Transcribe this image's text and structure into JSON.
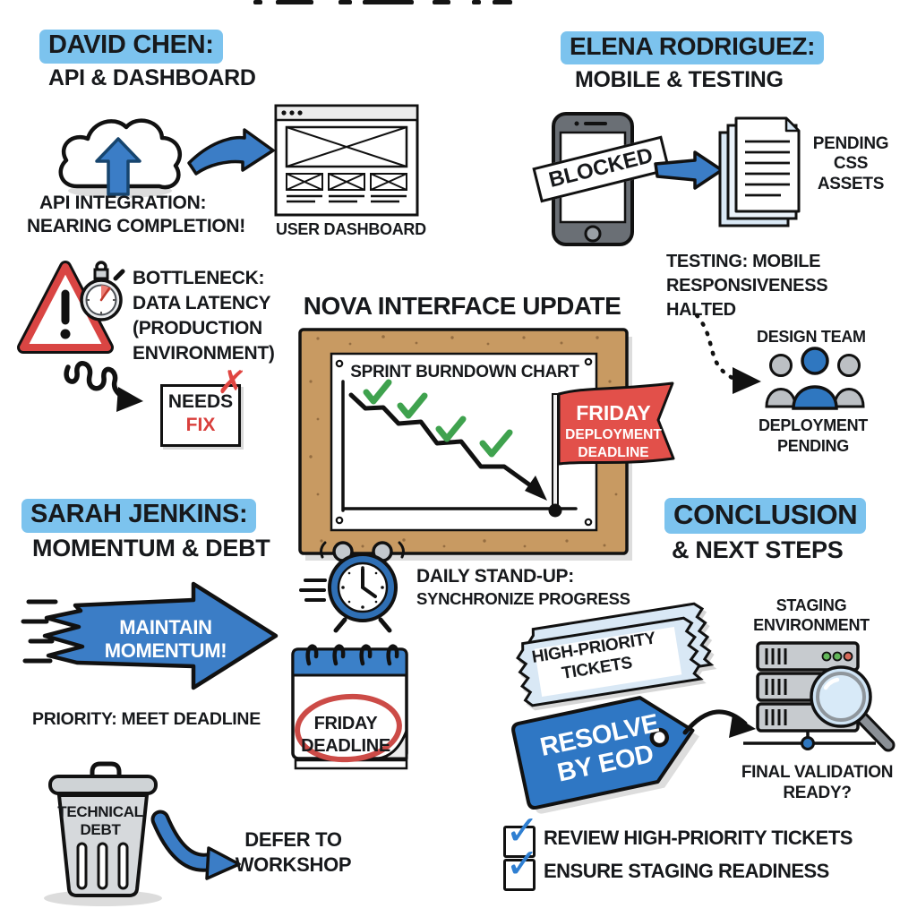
{
  "title": "NOVA INTERFACE UPDATE",
  "board": {
    "title": "SPRINT BURNDOWN CHART"
  },
  "flag": {
    "line1": "FRIDAY",
    "line2": "DEPLOYMENT",
    "line3": "DEADLINE"
  },
  "standup": {
    "line1": "DAILY STAND-UP:",
    "line2": "SYNCHRONIZE PROGRESS"
  },
  "calendar": {
    "line1": "FRIDAY",
    "line2": "DEADLINE"
  },
  "david": {
    "heading1": "DAVID CHEN:",
    "heading2": "API & DASHBOARD",
    "api1": "API INTEGRATION:",
    "api2": "NEARING COMPLETION!",
    "dashboard": "USER DASHBOARD",
    "bottleneck1": "BOTTLENECK:",
    "bottleneck2": "DATA LATENCY",
    "bottleneck3": "(PRODUCTION",
    "bottleneck4": "ENVIRONMENT)",
    "fix1": "NEEDS",
    "fix2": "FIX"
  },
  "elena": {
    "heading1": "ELENA RODRIGUEZ:",
    "heading2": "MOBILE & TESTING",
    "blocked": "BLOCKED",
    "pending1": "PENDING",
    "pending2": "CSS",
    "pending3": "ASSETS",
    "testing1": "TESTING: MOBILE",
    "testing2": "RESPONSIVENESS",
    "testing3": "HALTED",
    "design_team": "DESIGN TEAM",
    "deployment1": "DEPLOYMENT",
    "deployment2": "PENDING"
  },
  "sarah": {
    "heading1": "SARAH JENKINS:",
    "heading2": "MOMENTUM & DEBT",
    "arrow1": "MAINTAIN",
    "arrow2": "MOMENTUM!",
    "priority": "PRIORITY: MEET DEADLINE",
    "debt1": "TECHNICAL",
    "debt2": "DEBT",
    "defer1": "DEFER TO",
    "defer2": "WORKSHOP"
  },
  "conclusion": {
    "heading1": "CONCLUSION",
    "heading2": "& NEXT STEPS",
    "staging1": "STAGING",
    "staging2": "ENVIRONMENT",
    "tickets1": "HIGH-PRIORITY",
    "tickets2": "TICKETS",
    "tag1": "RESOLVE",
    "tag2": "BY EOD",
    "validation1": "FINAL VALIDATION",
    "validation2": "READY?",
    "check1": "REVIEW HIGH-PRIORITY TICKETS",
    "check2": "ENSURE STAGING READINESS"
  },
  "colors": {
    "highlight": "#7cc3ee",
    "blue": "#3b7dc6",
    "red": "#e2504a",
    "green": "#3fa24e",
    "wood": "#c89a62"
  }
}
